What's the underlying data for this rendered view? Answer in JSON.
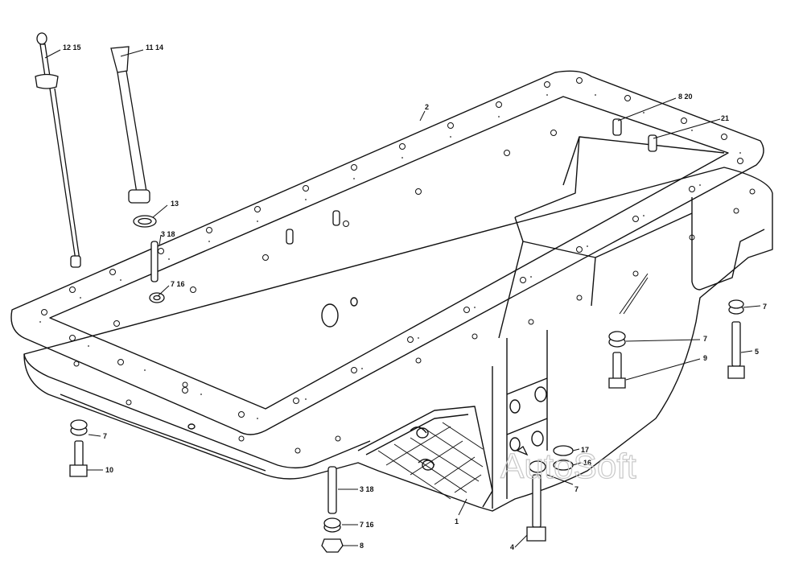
{
  "watermark": "AutoSoft",
  "callouts": {
    "dipstick": "12 15",
    "guide_tube": "11 14",
    "gasket": "2",
    "dowel_pins": "8 20",
    "pin_21": "21",
    "o_ring": "13",
    "stud_left": "3 18",
    "washer_left": "7 16",
    "washer_right_top": "7",
    "bolt_right_top": "5",
    "washer_right_mid": "7",
    "bolt_right_mid": "9",
    "washer_front_left": "7",
    "bolt_front_left": "10",
    "stud_bottom": "3 18",
    "washer_bottom": "7 16",
    "nut_bottom": "8",
    "oil_pan": "1",
    "washer_17": "17",
    "washer_16": "16",
    "washer_7_drain": "7",
    "drain_bolt": "4"
  }
}
